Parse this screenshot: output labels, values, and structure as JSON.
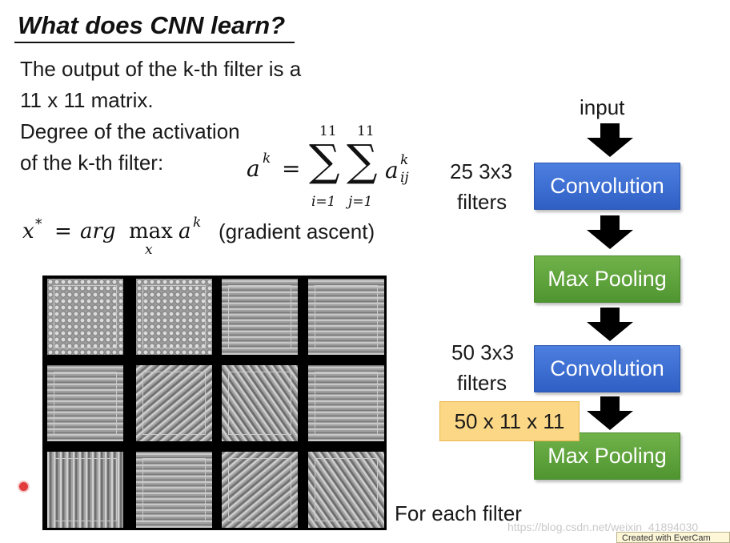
{
  "slide": {
    "title": "What does CNN learn?",
    "intro": {
      "line1": "The output of the k-th filter is a",
      "line2": "11 x 11 matrix.",
      "line3": "Degree of the activation",
      "line4": "of the k-th filter:"
    },
    "formula_activation": {
      "lhs_var": "a",
      "lhs_sup": "k",
      "equals": "=",
      "sum1_upper": "11",
      "sum1_lower": "i=1",
      "sum2_upper": "11",
      "sum2_lower": "j=1",
      "term_var": "a",
      "term_sup": "k",
      "term_sub": "ij"
    },
    "formula_argmax": {
      "lhs": "x",
      "lhs_sup": "*",
      "equals": "=",
      "arg": "arg",
      "max": "max",
      "max_sub": "x",
      "term_var": "a",
      "term_sup": "k",
      "note": "(gradient ascent)"
    },
    "flow": {
      "input_label": "input",
      "conv1_label": "Convolution",
      "pool1_label": "Max Pooling",
      "conv2_label": "Convolution",
      "pool2_label": "Max Pooling",
      "filters1_line1": "25 3x3",
      "filters1_line2": "filters",
      "filters2_line1": "50 3x3",
      "filters2_line2": "filters",
      "output_shape": "50 x 11 x 11"
    },
    "caption": "For each filter",
    "watermark": "https://blog.csdn.net/weixin_41894030",
    "evercam": "Created with EverCam"
  },
  "colors": {
    "conv_box": "#3a6fd6",
    "pool_box": "#5ea63b",
    "note_box": "#fcd785"
  },
  "icons": [
    "down-arrow-icon",
    "recording-dot-icon"
  ]
}
